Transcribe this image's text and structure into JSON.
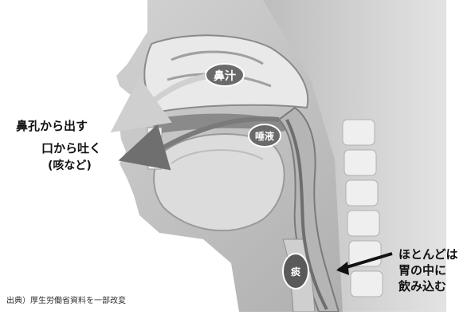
{
  "diagram": {
    "organ_labels": {
      "nasal_mucus": "鼻汁",
      "saliva": "唾液",
      "phlegm": "痰"
    },
    "outlets": {
      "nose": "鼻孔から出す",
      "mouth_line1": "口から吐く",
      "mouth_line2": "(咳など)",
      "stomach_line1": "ほとんどは",
      "stomach_line2": "胃の中に",
      "stomach_line3": "飲み込む"
    },
    "source_note": "出典）厚生労働省資料を一部改変"
  },
  "colors": {
    "skin": "#c9c9c9",
    "cavity": "#e6e6e6",
    "dark": "#555555",
    "arrow_light": "#cfcfcf",
    "arrow_dark": "#111111"
  }
}
